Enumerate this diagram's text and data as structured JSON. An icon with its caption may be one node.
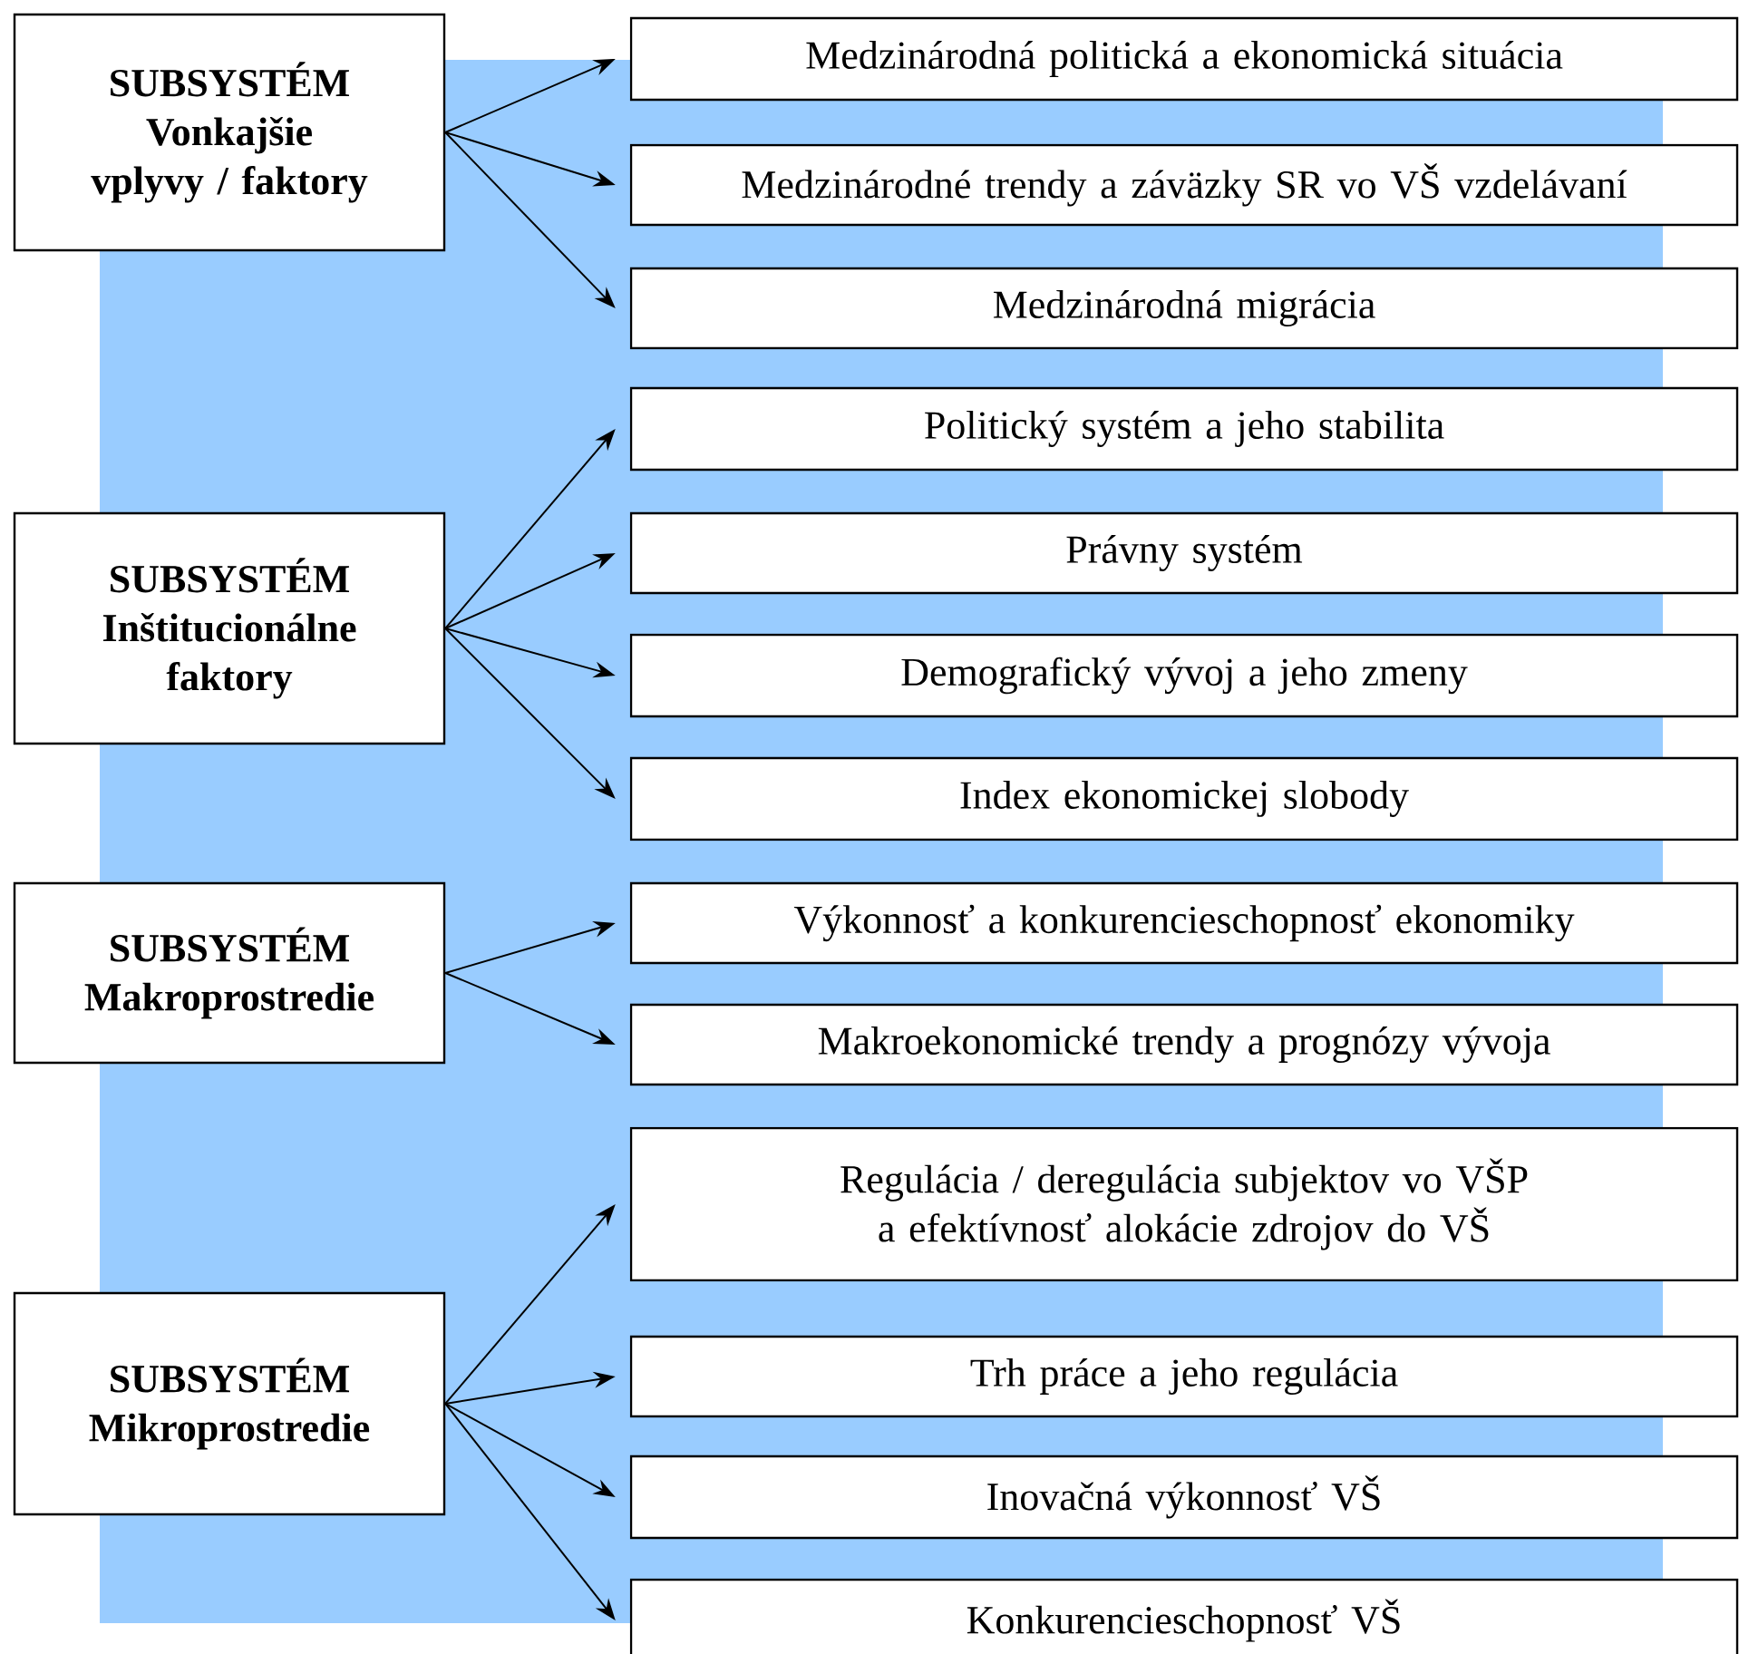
{
  "diagram": {
    "nodes": [
      {
        "text": [
          "SUBSYSTÉM",
          "Vonkajšie vplyvy / faktory"
        ]
      },
      {
        "text": [
          "Medzinárodná politická a ekonomická situácia"
        ]
      },
      {
        "text": [
          "Medzinárodné trendy a záväzky SR vo VŠ vzdelávaní"
        ]
      },
      {
        "text": [
          "Medzinárodná migrácia"
        ]
      },
      {
        "text": [
          "SUBSYSTÉM",
          "Inštitucionálne faktory"
        ]
      },
      {
        "text": [
          "Politický systém a jeho stabilita"
        ]
      },
      {
        "text": [
          "Právny systém"
        ]
      },
      {
        "text": [
          "Demografický vývoj a jeho zmeny"
        ]
      },
      {
        "text": [
          "Index ekonomickej slobody"
        ]
      },
      {
        "text": [
          "SUBSYSTÉM",
          "Makroprostredie"
        ]
      },
      {
        "text": [
          "Výkonnosť a konkurencieschopnosť ekonomiky"
        ]
      },
      {
        "text": [
          "Makroekonomické trendy a prognózy vývoja"
        ]
      },
      {
        "text": [
          "SUBSYSTÉM",
          "Mikroprostredie"
        ]
      },
      {
        "text": [
          "Regulácia / deregulácia subjektov vo VŠP a efektívnosť alokácie zdrojov do VŠ"
        ]
      },
      {
        "text": [
          "Trh práce a jeho regulácia"
        ]
      },
      {
        "text": [
          "Inovačná výkonnosť VŠ"
        ]
      },
      {
        "text": [
          "Konkurencieschopnosť VŠ"
        ]
      }
    ],
    "edges": [
      {
        "from": 0,
        "to": 1,
        "arrow": "to"
      },
      {
        "from": 0,
        "to": 2,
        "arrow": "to"
      },
      {
        "from": 0,
        "to": 3,
        "arrow": "to"
      },
      {
        "from": 4,
        "to": 5,
        "arrow": "to"
      },
      {
        "from": 4,
        "to": 6,
        "arrow": "to"
      },
      {
        "from": 4,
        "to": 7,
        "arrow": "to"
      },
      {
        "from": 4,
        "to": 8,
        "arrow": "to"
      },
      {
        "from": 9,
        "to": 10,
        "arrow": "to"
      },
      {
        "from": 9,
        "to": 11,
        "arrow": "to"
      },
      {
        "from": 12,
        "to": 13,
        "arrow": "to"
      },
      {
        "from": 12,
        "to": 14,
        "arrow": "to"
      },
      {
        "from": 12,
        "to": 15,
        "arrow": "to"
      },
      {
        "from": 12,
        "to": 16,
        "arrow": "to"
      }
    ]
  }
}
